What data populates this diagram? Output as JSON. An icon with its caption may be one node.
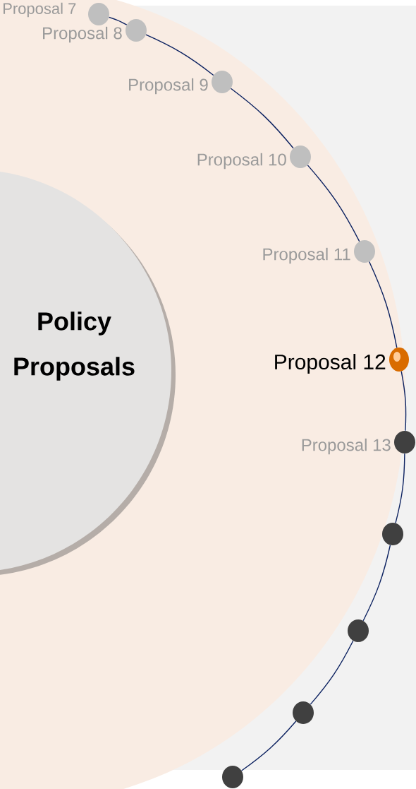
{
  "diagram": {
    "nodes": [
      {
        "text": [
          "Policy Proposals"
        ]
      },
      {
        "text": [
          "Proposal 7"
        ]
      },
      {
        "text": [
          "Proposal 8"
        ]
      },
      {
        "text": [
          "Proposal 9"
        ]
      },
      {
        "text": [
          "Proposal 10"
        ]
      },
      {
        "text": [
          "Proposal 11"
        ]
      },
      {
        "text": [
          "Proposal 12"
        ]
      },
      {
        "text": [
          "Proposal 13"
        ]
      },
      {
        "text": [],
        "shape": "circle"
      },
      {
        "text": [],
        "shape": "circle"
      },
      {
        "text": [],
        "shape": "circle"
      },
      {
        "text": [],
        "shape": "circle"
      }
    ],
    "edges": [
      {
        "from": 1,
        "to": 2,
        "arrow": "none"
      },
      {
        "from": 2,
        "to": 3,
        "arrow": "none"
      },
      {
        "from": 3,
        "to": 4,
        "arrow": "none"
      },
      {
        "from": 4,
        "to": 5,
        "arrow": "none"
      },
      {
        "from": 5,
        "to": 6,
        "arrow": "none"
      },
      {
        "from": 6,
        "to": 7,
        "arrow": "none"
      },
      {
        "from": 7,
        "to": 8,
        "arrow": "none"
      },
      {
        "from": 8,
        "to": 9,
        "arrow": "none"
      },
      {
        "from": 9,
        "to": 10,
        "arrow": "none"
      },
      {
        "from": 10,
        "to": 11,
        "arrow": "none"
      }
    ]
  }
}
